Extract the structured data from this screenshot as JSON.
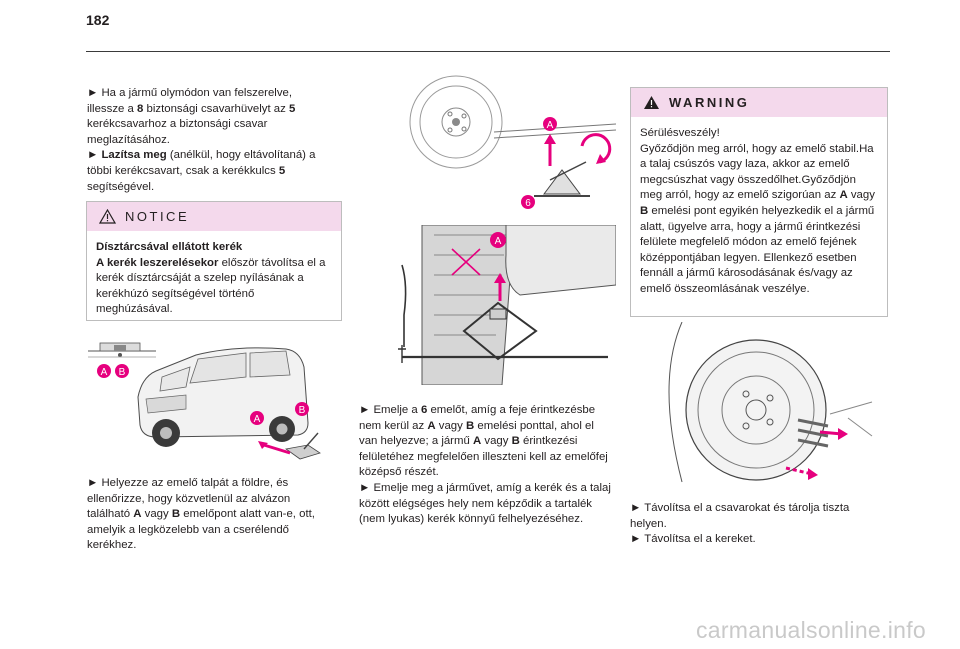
{
  "page": {
    "number": "182"
  },
  "col1": {
    "para1": [
      {
        "b": false,
        "t": "► "
      },
      {
        "b": false,
        "t": "Ha a jármű olymódon van felszerelve, illessze a "
      },
      {
        "b": true,
        "t": "8"
      },
      {
        "b": false,
        "t": " biztonsági csavarhüvelyt az "
      },
      {
        "b": true,
        "t": "5"
      },
      {
        "b": false,
        "t": " kerékcsavarhoz a biztonsági csavar meglazításához."
      }
    ],
    "para2": [
      {
        "b": false,
        "t": "► "
      },
      {
        "b": true,
        "t": "Lazítsa meg"
      },
      {
        "b": false,
        "t": " (anélkül, hogy eltávolítaná) a többi kerékcsavart, csak a kerékkulcs "
      },
      {
        "b": true,
        "t": "5"
      },
      {
        "b": false,
        "t": " segítségével."
      }
    ],
    "notice": {
      "label": "NOTICE",
      "title": "Dísztárcsával ellátott kerék",
      "body": [
        {
          "b": true,
          "t": "A kerék leszerelésekor"
        },
        {
          "b": false,
          "t": " először távolítsa el a kerék dísztárcsáját a szelep nyílásának a kerékhúzó segítségével történő meghúzásával."
        }
      ]
    },
    "para3": [
      {
        "b": false,
        "t": "► "
      },
      {
        "b": false,
        "t": "Helyezze az emelő talpát a földre, és ellenőrizze, hogy közvetlenül az alvázon található "
      },
      {
        "b": true,
        "t": "A"
      },
      {
        "b": false,
        "t": " vagy "
      },
      {
        "b": true,
        "t": "B"
      },
      {
        "b": false,
        "t": " emelőpont alatt van-e, ott, amelyik a legközelebb van a cserélendő kerékhez."
      }
    ]
  },
  "col2": {
    "para1": [
      {
        "b": false,
        "t": "► "
      },
      {
        "b": false,
        "t": "Emelje a "
      },
      {
        "b": true,
        "t": "6"
      },
      {
        "b": false,
        "t": " emelőt, amíg a feje érintkezésbe nem kerül az "
      },
      {
        "b": true,
        "t": "A"
      },
      {
        "b": false,
        "t": " vagy "
      },
      {
        "b": true,
        "t": "B"
      },
      {
        "b": false,
        "t": " emelési ponttal, ahol el van helyezve; a jármű "
      },
      {
        "b": true,
        "t": "A"
      },
      {
        "b": false,
        "t": " vagy "
      },
      {
        "b": true,
        "t": "B"
      },
      {
        "b": false,
        "t": " érintkezési felületéhez megfelelően illeszteni kell az emelőfej középső részét."
      }
    ],
    "para2": [
      {
        "b": false,
        "t": "► "
      },
      {
        "b": false,
        "t": "Emelje meg a járművet, amíg a kerék és a talaj között elégséges hely nem képződik a tartalék (nem lyukas) kerék könnyű felhelyezéséhez."
      }
    ]
  },
  "col3": {
    "warning": {
      "label": "WARNING",
      "title": "Sérülésveszély!",
      "body": [
        {
          "b": false,
          "t": "Győződjön meg arról, hogy az emelő stabil."
        },
        {
          "b": false,
          "t": "Ha a talaj csúszós vagy laza, akkor az emelő megcsúszhat vagy összedőlhet."
        },
        {
          "b": false,
          "t": "Győződjön meg arról, hogy az emelő szigorúan az "
        },
        {
          "b": true,
          "t": "A"
        },
        {
          "b": false,
          "t": " vagy "
        },
        {
          "b": true,
          "t": "B"
        },
        {
          "b": false,
          "t": " emelési pont egyikén helyezkedik el a jármű alatt, ügyelve arra, hogy a jármű érintkezési felülete megfelelő módon az emelő fejének középpontjában legyen. Ellenkező esetben fennáll a jármű károsodásának és/vagy az emelő összeomlásának veszélye."
        }
      ]
    },
    "para1": [
      {
        "b": false,
        "t": "► "
      },
      {
        "b": false,
        "t": "Távolítsa el a csavarokat és tárolja tiszta helyen."
      }
    ],
    "para2": [
      {
        "b": false,
        "t": "► "
      },
      {
        "b": false,
        "t": "Távolítsa el a kereket."
      }
    ]
  },
  "labels": {
    "A": "A",
    "B": "B",
    "six": "6"
  },
  "colors": {
    "accent": "#e6007e",
    "box_header": "#f4d9ec",
    "text": "#231f20"
  },
  "footer": {
    "watermark": "carmanualsonline.info"
  }
}
